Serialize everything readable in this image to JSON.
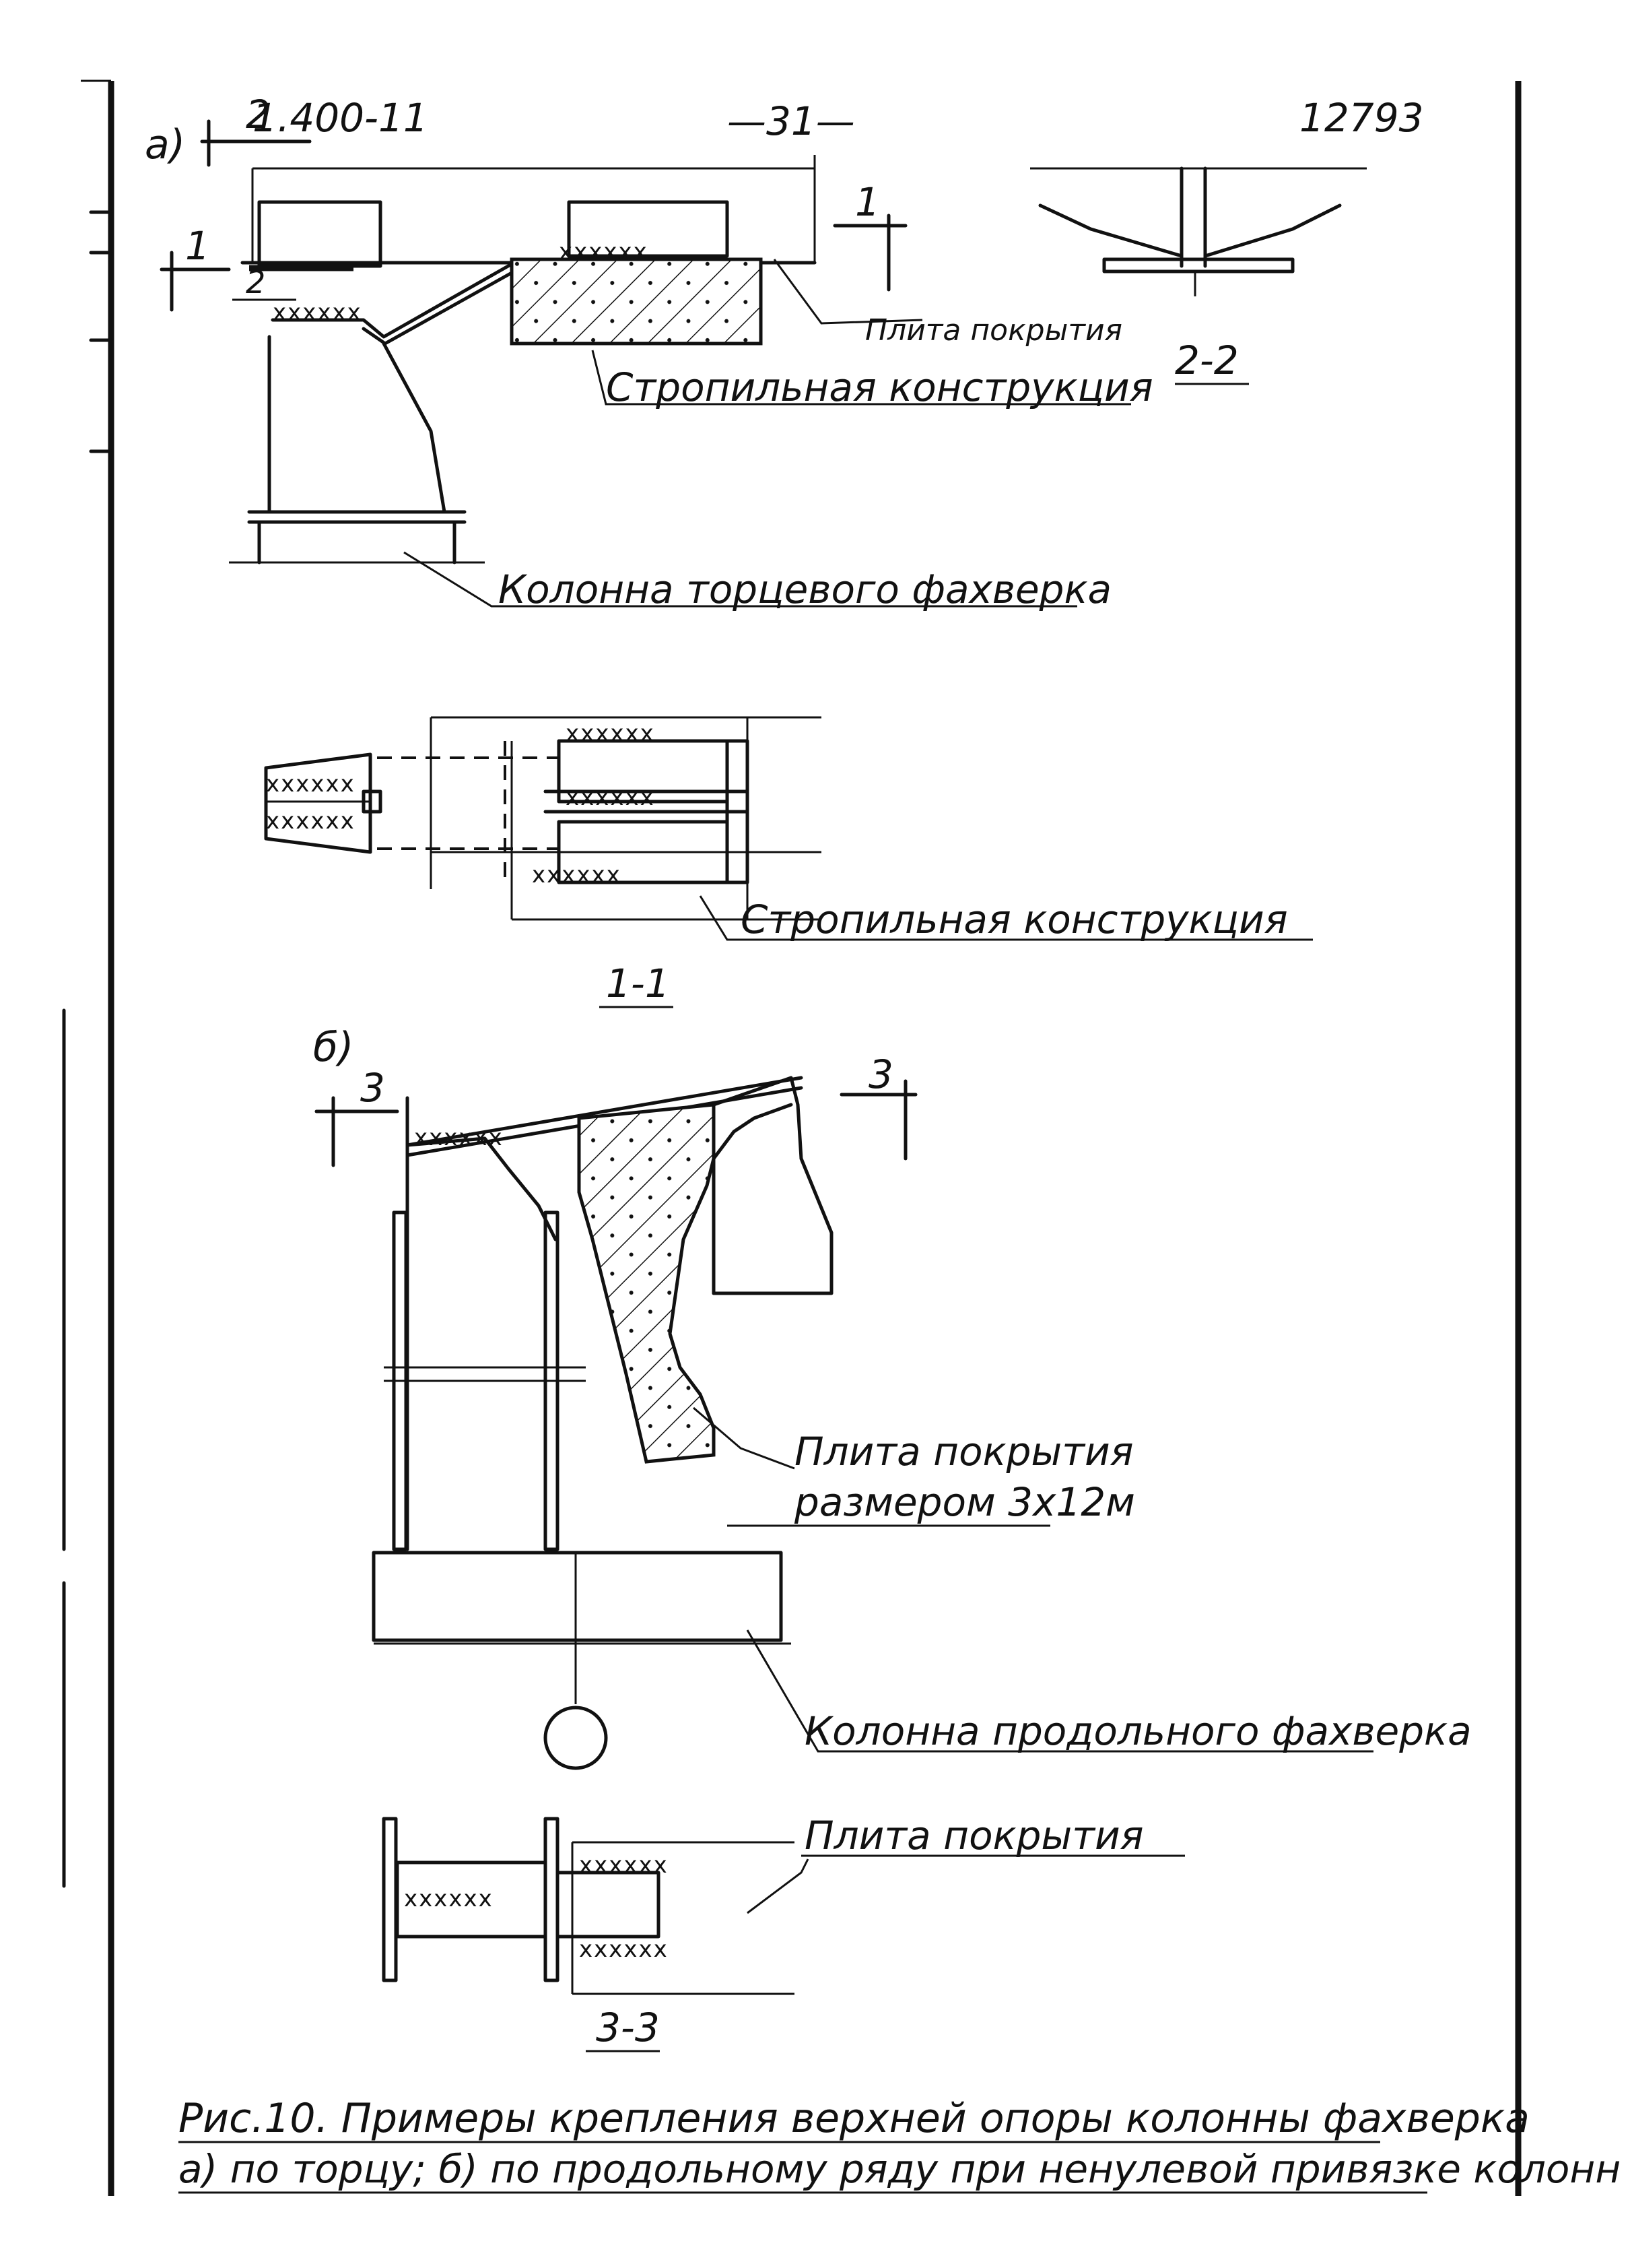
{
  "header": {
    "series": "1.400-11",
    "page_number": "—31—",
    "code": "12793"
  },
  "section_a": {
    "marker": "а)",
    "cut_label_2": "2",
    "cut_label_1": "1",
    "label_slab": "Плита покрытия",
    "label_rafter": "Стропильная конструкция",
    "label_column": "Колонна торцевого фахверка",
    "section_2_2": "2-2"
  },
  "section_1_1": {
    "label_rafter": "Стропильная конструкция",
    "title": "1-1"
  },
  "section_b": {
    "marker": "б)",
    "cut_label_3": "3",
    "label_slab_line1": "Плита покрытия",
    "label_slab_line2": "размером 3х12м",
    "label_column": "Колонна продольного фахверка"
  },
  "section_3_3": {
    "label_slab": "Плита покрытия",
    "title": "3-3"
  },
  "caption": {
    "line1": "Рис.10. Примеры крепления верхней опоры колонны фахверка",
    "line2": "а) по торцу; б) по продольному ряду при ненулевой привязке колонн"
  },
  "weld_marks": "xxxxxx"
}
